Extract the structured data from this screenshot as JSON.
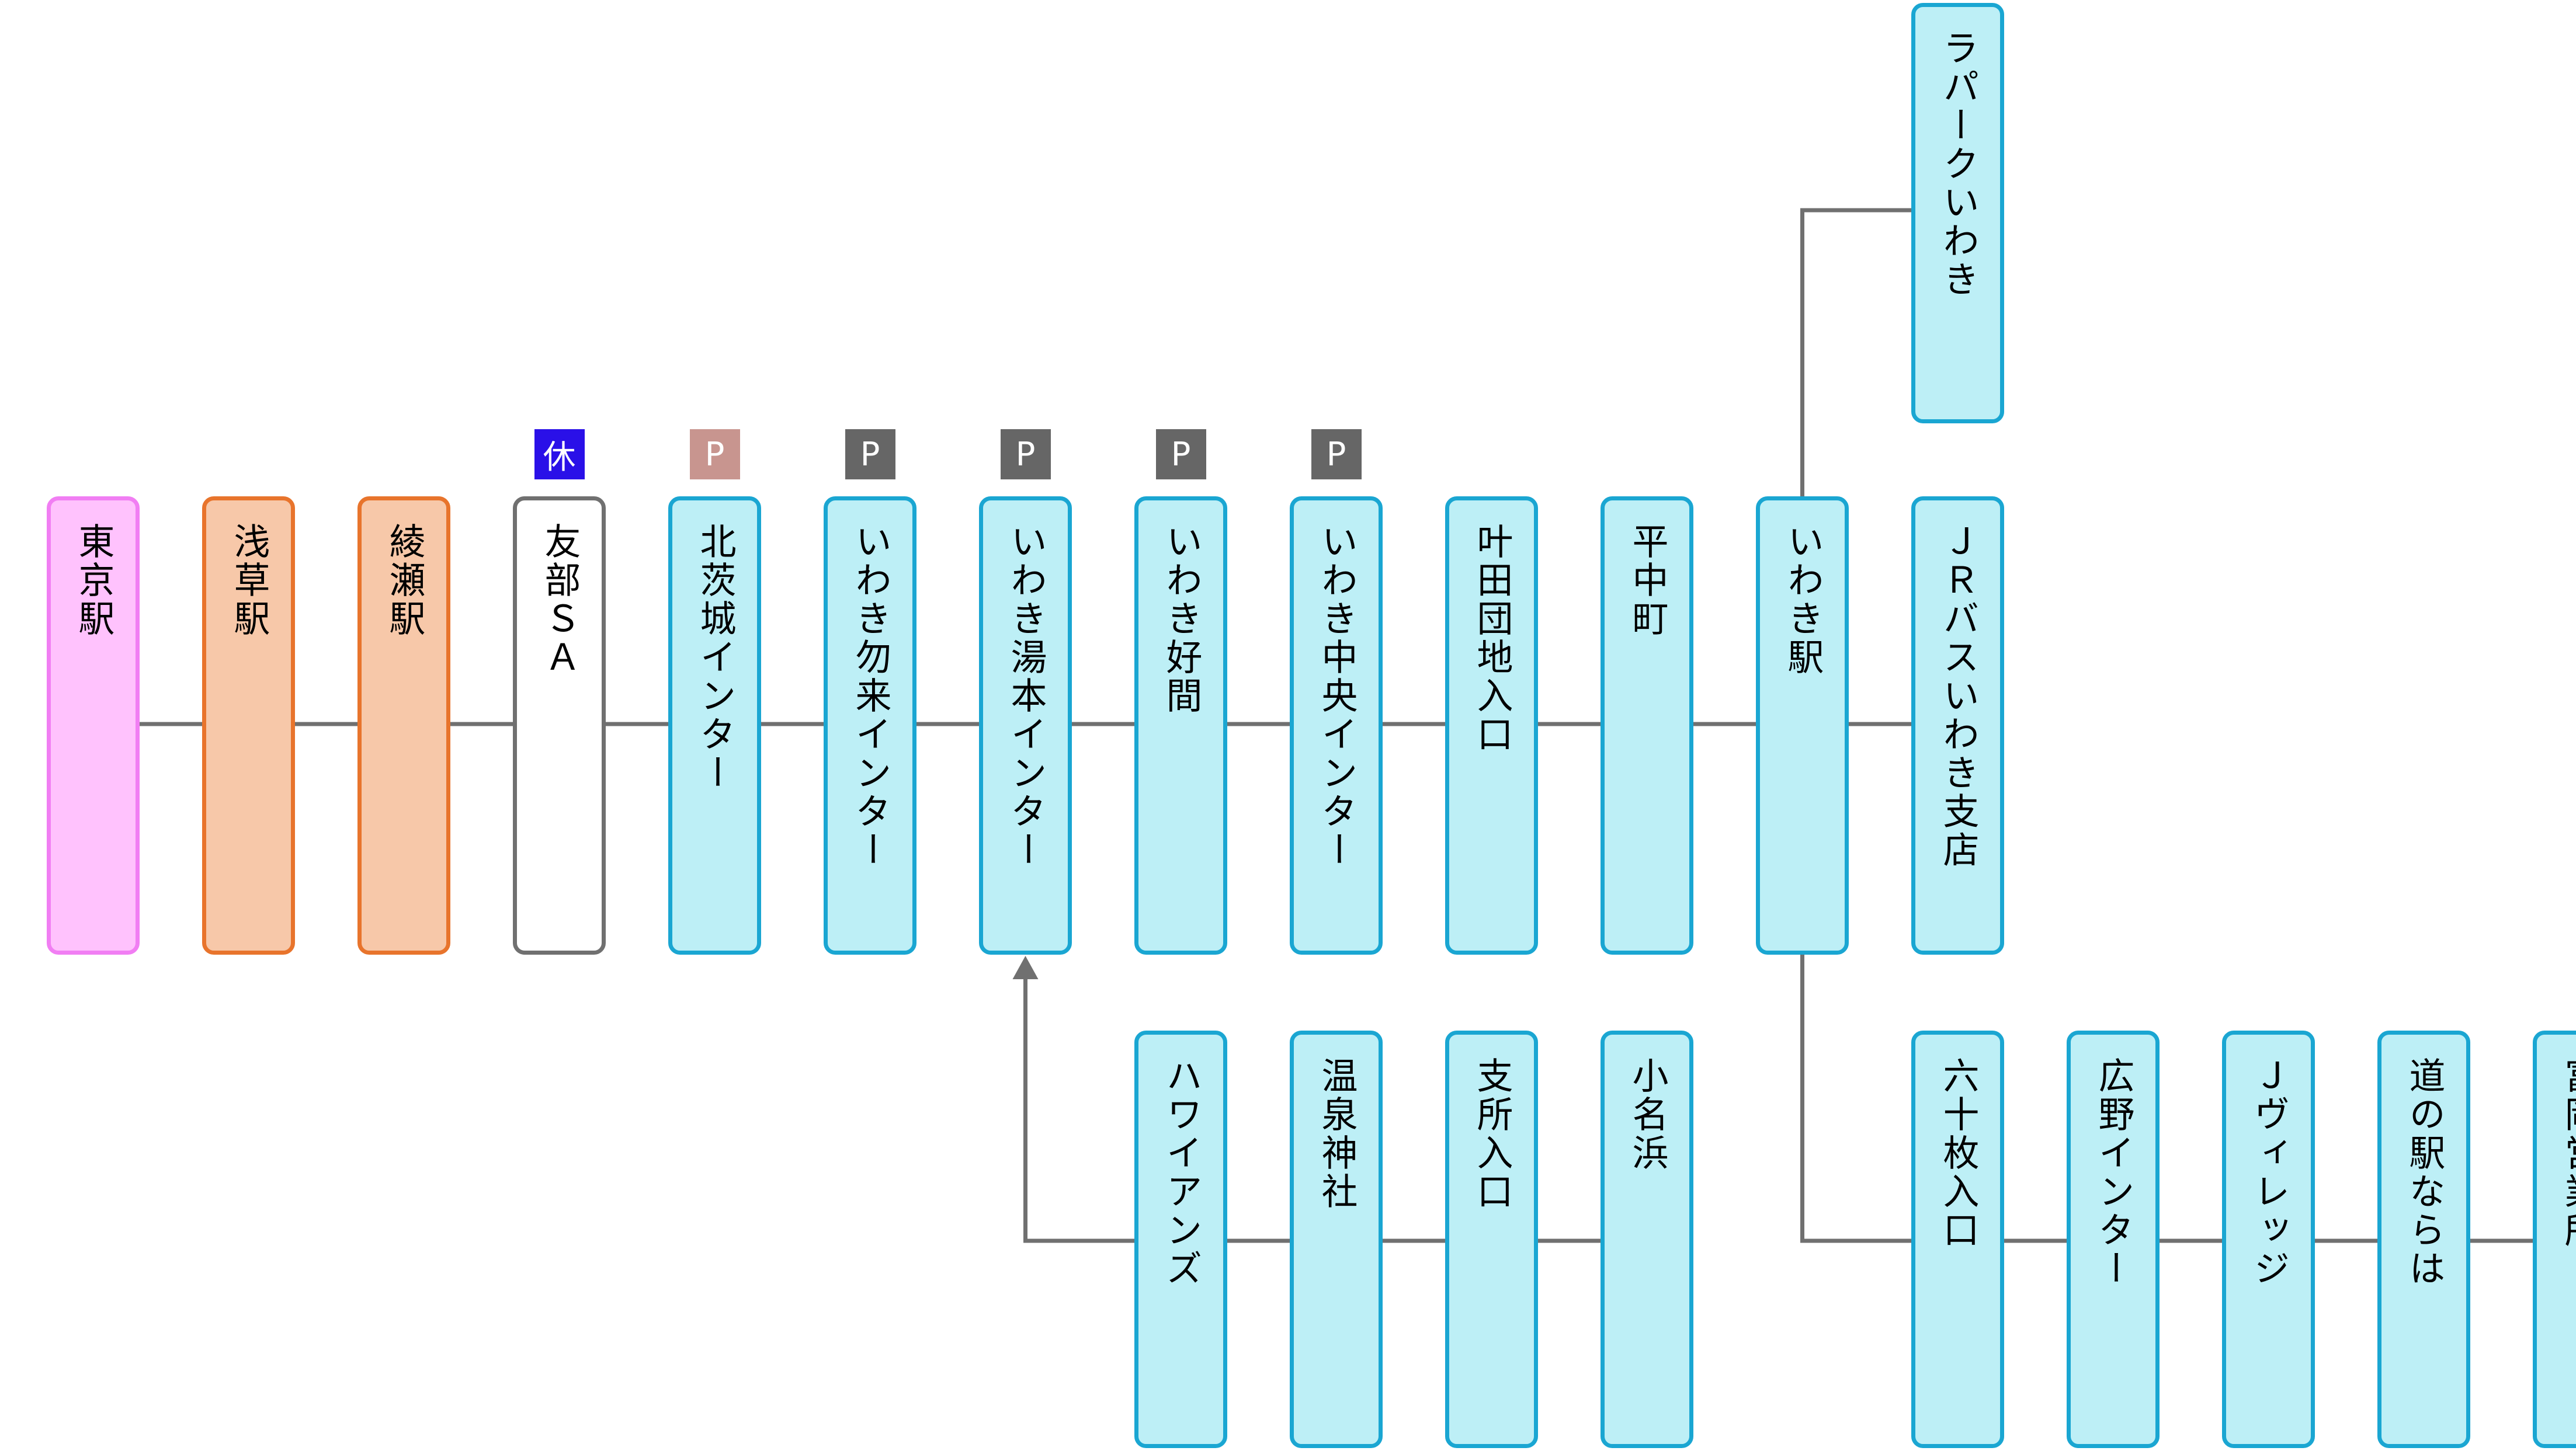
{
  "colors": {
    "line": "#707070",
    "origin_border": "#f17ef3",
    "origin_fill": "#ffc2fd",
    "boarding_border": "#e8742c",
    "boarding_fill": "#f7c8a9",
    "rest_border": "#707070",
    "rest_fill": "#ffffff",
    "stop_border": "#1aa6d2",
    "stop_fill": "#bdeff6",
    "badge_rest": "#2a10e8",
    "badge_parking": "#666666",
    "badge_parking_light": "#c8958f"
  },
  "main_route": [
    {
      "id": "tokyo",
      "label": "東京駅",
      "kind": "origin"
    },
    {
      "id": "asakusa",
      "label": "浅草駅",
      "kind": "boarding"
    },
    {
      "id": "ayase",
      "label": "綾瀬駅",
      "kind": "boarding"
    },
    {
      "id": "tomobe",
      "label": "友部ＳＡ",
      "kind": "rest",
      "badge": {
        "text": "休",
        "icon": "rest-icon",
        "style": "rest"
      }
    },
    {
      "id": "kitaibaraki",
      "label": "北茨城インター",
      "kind": "stop",
      "badge": {
        "text": "P",
        "icon": "parking-icon",
        "style": "parking_light"
      }
    },
    {
      "id": "nakoso",
      "label": "いわき勿来インター",
      "kind": "stop",
      "badge": {
        "text": "P",
        "icon": "parking-icon",
        "style": "parking"
      }
    },
    {
      "id": "yumoto",
      "label": "いわき湯本インター",
      "kind": "stop",
      "badge": {
        "text": "P",
        "icon": "parking-icon",
        "style": "parking"
      }
    },
    {
      "id": "yoshima",
      "label": "いわき好間",
      "kind": "stop",
      "badge": {
        "text": "P",
        "icon": "parking-icon",
        "style": "parking"
      }
    },
    {
      "id": "chuo",
      "label": "いわき中央インター",
      "kind": "stop",
      "badge": {
        "text": "P",
        "icon": "parking-icon",
        "style": "parking"
      }
    },
    {
      "id": "kanoda",
      "label": "叶田団地入口",
      "kind": "stop"
    },
    {
      "id": "tairanaka",
      "label": "平中町",
      "kind": "stop"
    },
    {
      "id": "iwaki",
      "label": "いわき駅",
      "kind": "stop"
    },
    {
      "id": "jrbus",
      "label": "ＪＲバスいわき支店",
      "kind": "stop"
    }
  ],
  "branch_top": [
    {
      "id": "lapark",
      "label": "ラパークいわき",
      "kind": "stop"
    }
  ],
  "branch_yumoto": [
    {
      "id": "hawaiians",
      "label": "ハワイアンズ",
      "kind": "stop"
    },
    {
      "id": "onsen",
      "label": "温泉神社",
      "kind": "stop"
    },
    {
      "id": "shisho",
      "label": "支所入口",
      "kind": "stop"
    },
    {
      "id": "onahama",
      "label": "小名浜",
      "kind": "stop"
    }
  ],
  "branch_tomioka": [
    {
      "id": "rokujumai",
      "label": "六十枚入口",
      "kind": "stop"
    },
    {
      "id": "hirono",
      "label": "広野インター",
      "kind": "stop"
    },
    {
      "id": "jvillage",
      "label": "Ｊヴィレッジ",
      "kind": "stop"
    },
    {
      "id": "naraha",
      "label": "道の駅ならは",
      "kind": "stop"
    },
    {
      "id": "tomioka",
      "label": "富岡営業所",
      "kind": "stop"
    }
  ]
}
